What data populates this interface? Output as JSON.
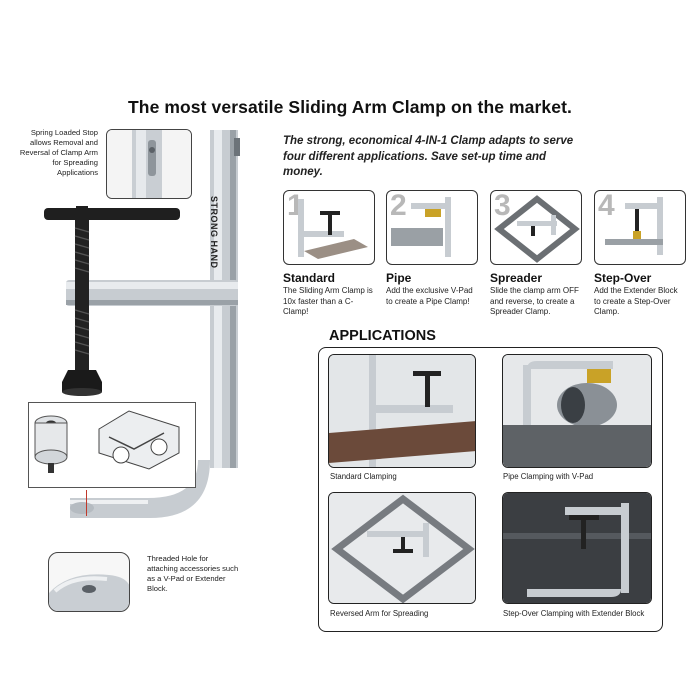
{
  "title": "The most versatile Sliding Arm Clamp on the market.",
  "callouts": {
    "spring_stop": "Spring Loaded Stop allows Removal and Reversal of Clamp Arm for Spreading Applications",
    "threaded_hole": "Threaded Hole for attaching accessories such as a V-Pad or Extender Block."
  },
  "brand": "STRONG HAND",
  "intro": "The strong, economical 4-IN-1 Clamp adapts to serve four different applications. Save set-up time and money.",
  "modes": [
    {
      "num": "1",
      "name": "Standard",
      "desc": "The Sliding Arm Clamp is 10x faster than a C-Clamp!"
    },
    {
      "num": "2",
      "name": "Pipe",
      "desc": "Add the exclusive V-Pad to create a Pipe Clamp!"
    },
    {
      "num": "3",
      "name": "Spreader",
      "desc": "Slide the clamp arm OFF and reverse, to create a Spreader Clamp."
    },
    {
      "num": "4",
      "name": "Step-Over",
      "desc": "Add the Extender Block to create a Step-Over Clamp."
    }
  ],
  "applications": {
    "heading": "APPLICATIONS",
    "items": [
      {
        "caption": "Standard Clamping"
      },
      {
        "caption": "Pipe Clamping with V-Pad"
      },
      {
        "caption": "Reversed Arm for Spreading"
      },
      {
        "caption": "Step-Over Clamping with Extender Block"
      }
    ]
  },
  "colors": {
    "steel": "#c7ccd1",
    "black": "#1a1a1a",
    "accent_gold": "#c9a227",
    "rust": "#6b4a3a"
  }
}
